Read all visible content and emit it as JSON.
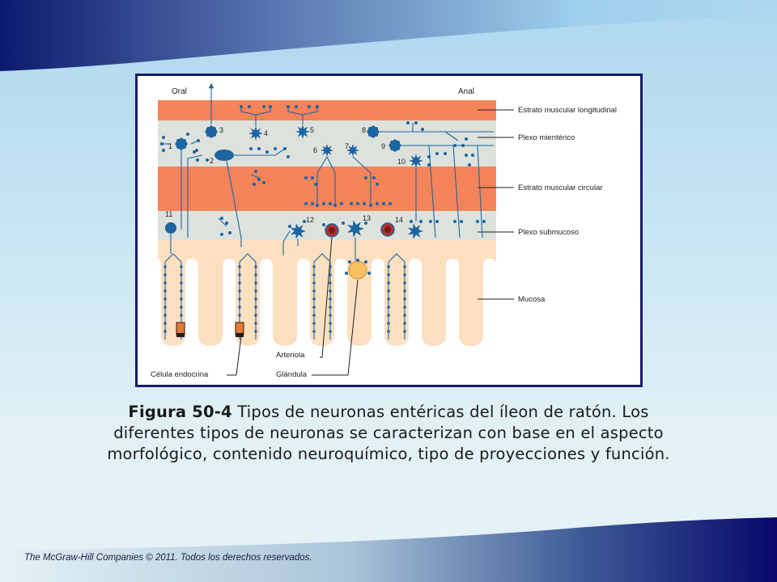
{
  "figure": {
    "label_oral": "Oral",
    "label_anal": "Anal",
    "layer_labels": {
      "longitudinal": "Estrato muscular longitudinal",
      "myenteric": "Plexo mientérico",
      "circular": "Estrato muscular circular",
      "submucosal": "Plexo submucoso",
      "mucosa": "Mucosa"
    },
    "bottom_labels": {
      "endocrine": "Célula endocrina",
      "arteriole": "Arteriola",
      "gland": "Glándula"
    },
    "neuron_numbers": [
      "1",
      "2",
      "3",
      "4",
      "5",
      "6",
      "7",
      "8",
      "9",
      "10",
      "11",
      "12",
      "13",
      "14"
    ],
    "colors": {
      "muscle": "#f5845a",
      "plexus": "#dde2dc",
      "mucosa": "#fce0c0",
      "neuron": "#1e64a0",
      "border": "#1a1a6e"
    }
  },
  "caption": {
    "label": "Figura 50-4",
    "text": " Tipos de neuronas entéricas del íleon de ratón. Los diferentes tipos de neuronas se caracterizan con base en el aspecto morfológico, contenido neuroquímico, tipo de proyecciones y función."
  },
  "footer": {
    "copyright": "The McGraw-Hill Companies © 2011. Todos los derechos reservados."
  }
}
